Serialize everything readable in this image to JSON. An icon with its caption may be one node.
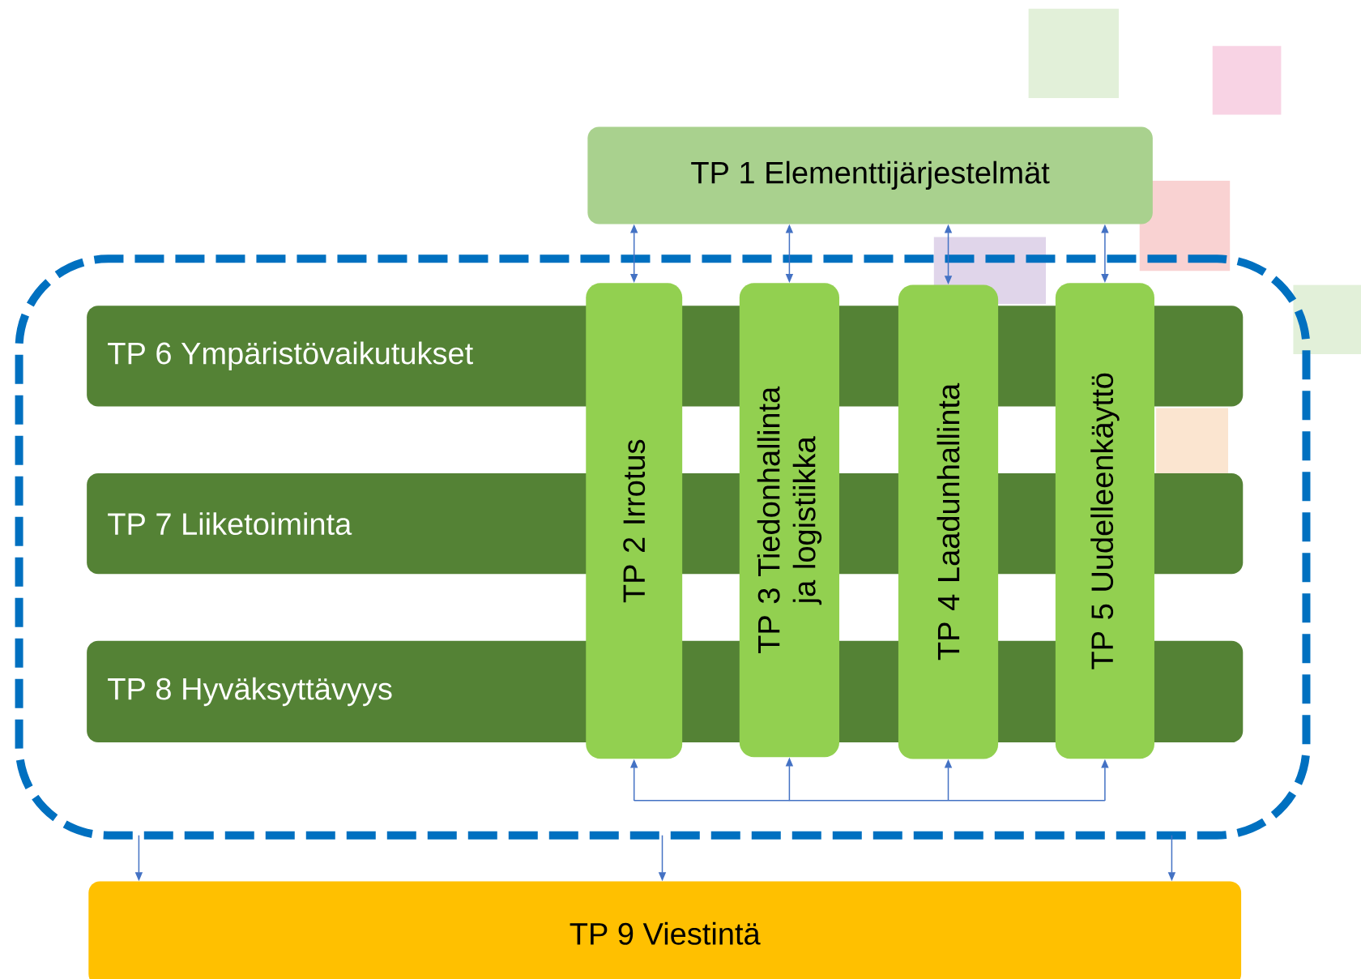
{
  "diagram": {
    "nodes": [
      {
        "text": [
          "TP 1 Elementtijärjestelmät"
        ]
      },
      {
        "text": [],
        "shape": "box"
      },
      {
        "text": [
          "TP 6 Ympäristövaikutukset"
        ],
        "in": 1
      },
      {
        "text": [
          "TP 7 Liiketoiminta"
        ],
        "in": 1
      },
      {
        "text": [
          "TP 8 Hyväksyttävyys"
        ],
        "in": 1
      },
      {
        "text": [
          "TP 2 Irrotus"
        ],
        "in": 1
      },
      {
        "text": [
          "TP 3 Tiedonhallinta ja logistiikka"
        ],
        "in": 1
      },
      {
        "text": [
          "TP 4 Laadunhallinta"
        ],
        "in": 1
      },
      {
        "text": [
          "TP 5 Uudelleenkäyttö"
        ],
        "in": 1
      },
      {
        "text": [
          "TP 9 Viestintä"
        ]
      }
    ],
    "edges": [
      {
        "from": 0,
        "to": 5,
        "arrow": "both"
      },
      {
        "from": 0,
        "to": 6,
        "arrow": "both"
      },
      {
        "from": 0,
        "to": 7,
        "arrow": "both"
      },
      {
        "from": 0,
        "to": 8,
        "arrow": "both"
      },
      {
        "from": null,
        "to": 5,
        "arrow": "to"
      },
      {
        "from": null,
        "to": 6,
        "arrow": "to"
      },
      {
        "from": null,
        "to": 7,
        "arrow": "to"
      },
      {
        "from": null,
        "to": 8,
        "arrow": "to"
      },
      {
        "from": 1,
        "to": 9,
        "arrow": "to"
      },
      {
        "from": 1,
        "to": 9,
        "arrow": "to"
      },
      {
        "from": 1,
        "to": 9,
        "arrow": "to"
      }
    ]
  }
}
